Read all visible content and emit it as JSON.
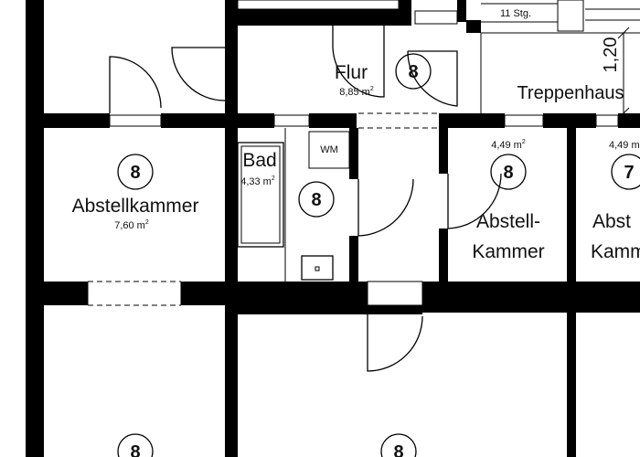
{
  "rooms": {
    "flur": {
      "name": "Flur",
      "area": "8,85 m",
      "sup": "2",
      "badge": "8"
    },
    "treppenhaus": {
      "name": "Treppenhaus",
      "steps": "11 Stg.",
      "dim": "1,20"
    },
    "abstellkammer_left": {
      "name": "Abstellkammer",
      "area": "7,60 m",
      "sup": "2",
      "badge": "8"
    },
    "bad": {
      "name": "Bad",
      "area": "4,33 m",
      "sup": "2",
      "badge": "8",
      "wm": "WM"
    },
    "abstell_mid": {
      "line1": "Abstell-",
      "line2": "Kammer",
      "area": "4,49 m",
      "sup": "2",
      "badge": "8"
    },
    "abstell_right": {
      "line1": "Abst",
      "line2": "Kamm",
      "area": "4,49 m",
      "badge": "7"
    },
    "bottom_left": {
      "badge": "8"
    },
    "bottom_mid": {
      "badge": "8"
    }
  }
}
